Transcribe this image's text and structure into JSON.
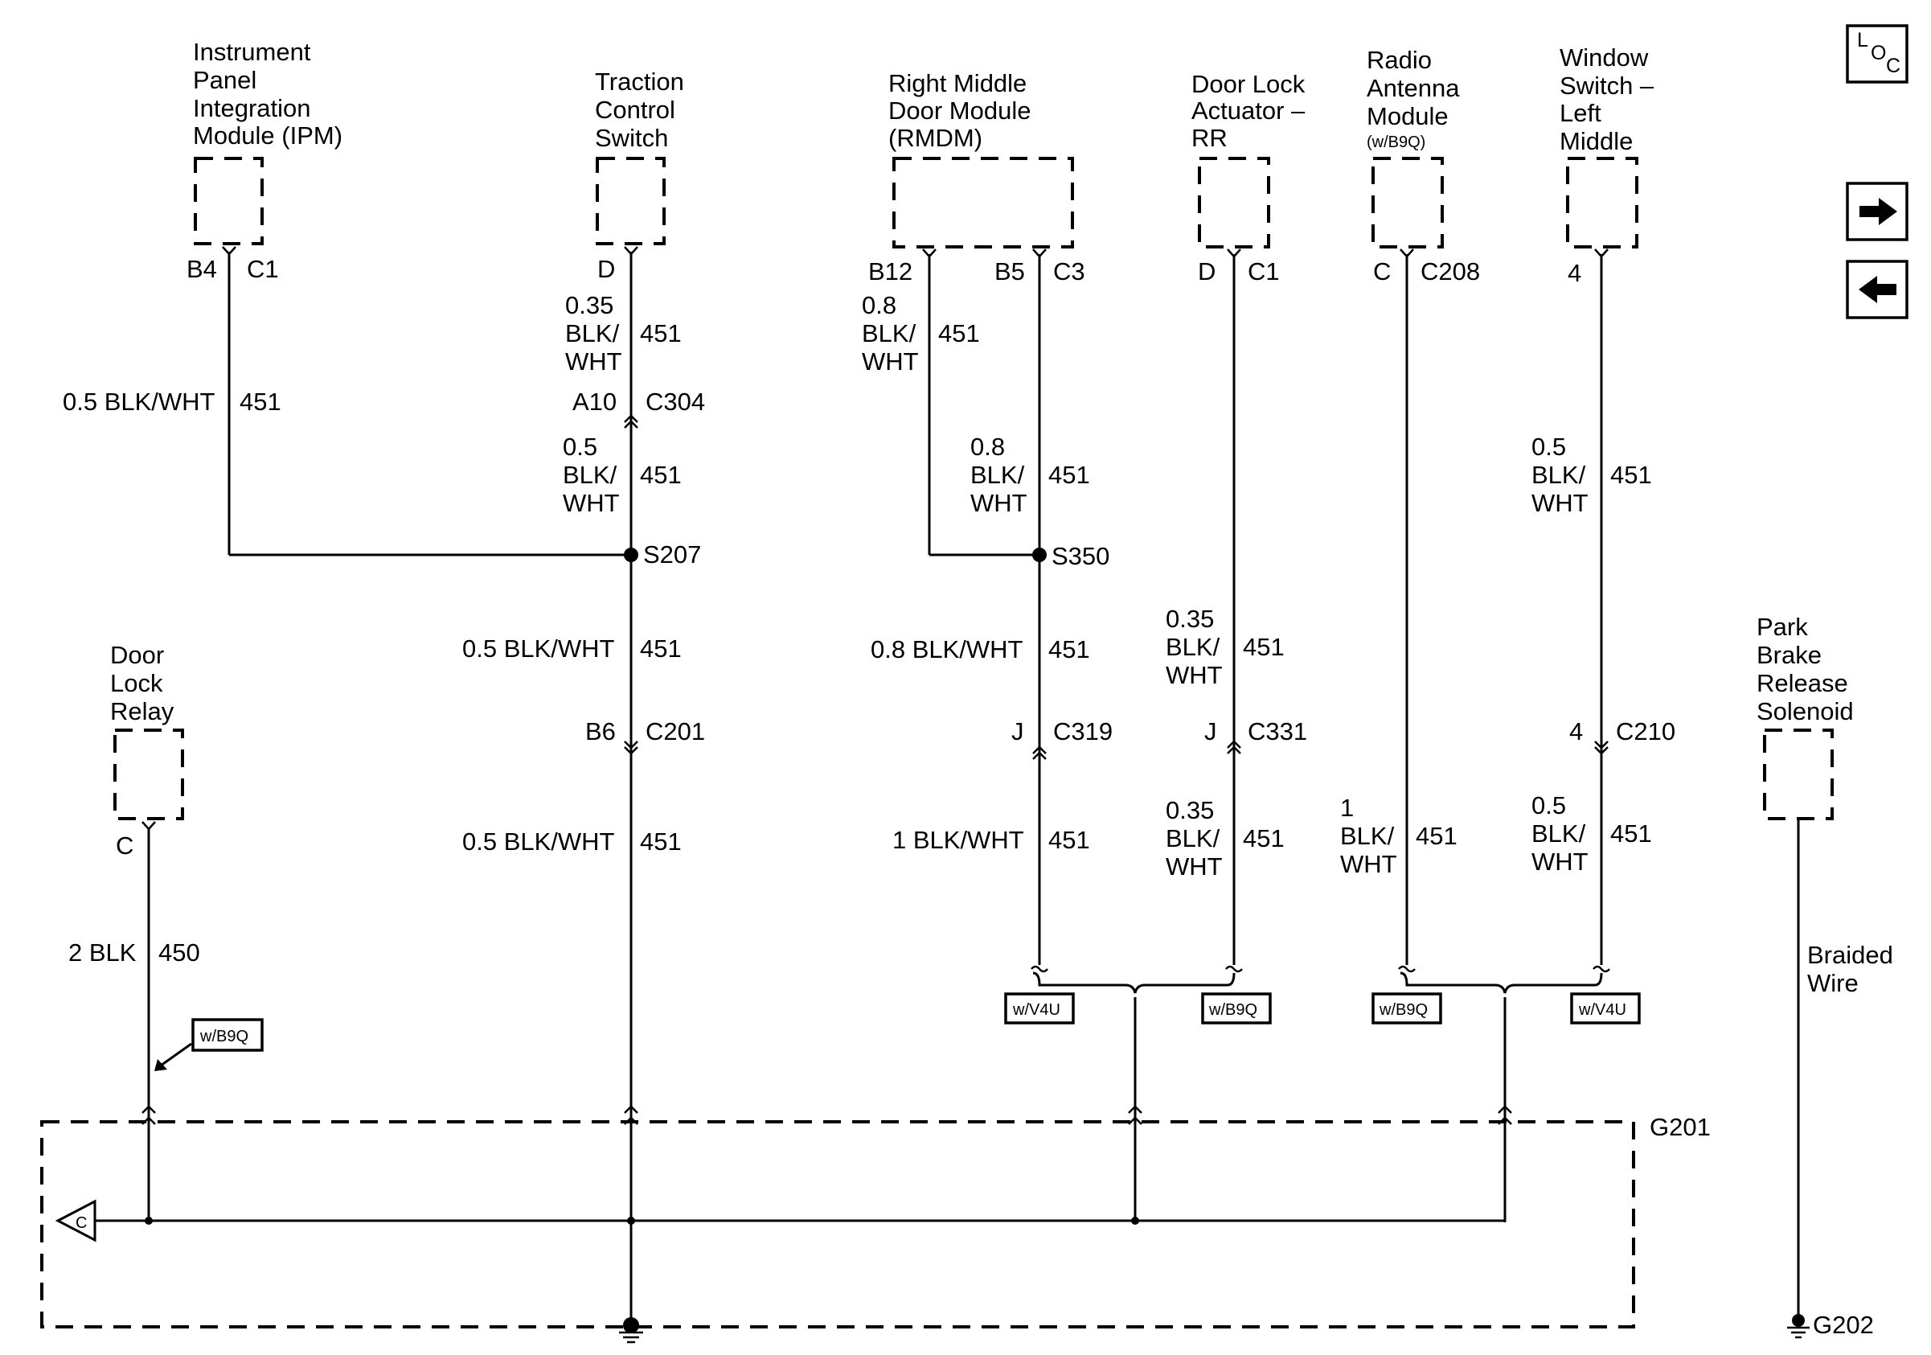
{
  "components": {
    "ipm": [
      "Instrument",
      "Panel",
      "Integration",
      "Module (IPM)"
    ],
    "traction": [
      "Traction",
      "Control",
      "Switch"
    ],
    "rmdm": [
      "Right Middle",
      "Door Module",
      "(RMDM)"
    ],
    "door_lock_actuator": [
      "Door Lock",
      "Actuator –",
      "RR"
    ],
    "radio_antenna": [
      "Radio",
      "Antenna",
      "Module"
    ],
    "radio_antenna_option": "(w/B9Q)",
    "window_switch": [
      "Window",
      "Switch –",
      "Left",
      "Middle"
    ],
    "door_lock_relay": [
      "Door",
      "Lock",
      "Relay"
    ],
    "park_brake": [
      "Park",
      "Brake",
      "Release",
      "Solenoid"
    ]
  },
  "connectors": {
    "ipm_pin": "B4",
    "ipm_conn": "C1",
    "traction_pin": "D",
    "rmdm_pin_b12": "B12",
    "rmdm_pin_b5": "B5",
    "rmdm_conn": "C3",
    "dla_pin": "D",
    "dla_conn": "C1",
    "radio_pin": "C",
    "radio_conn": "C208",
    "window_pin": "4",
    "relay_pin": "C",
    "c304_pin": "A10",
    "c304": "C304",
    "c201_pin": "B6",
    "c201": "C201",
    "c319_pin": "J",
    "c319": "C319",
    "c331_pin": "J",
    "c331": "C331",
    "c210_pin": "4",
    "c210": "C210"
  },
  "splices": {
    "s207": "S207",
    "s350": "S350"
  },
  "wires": {
    "ipm_wire": "0.5 BLK/WHT",
    "ipm_circuit": "451",
    "traction_upper": [
      "0.35",
      "BLK/",
      "WHT"
    ],
    "traction_upper_circuit": "451",
    "traction_lower": [
      "0.5",
      "BLK/",
      "WHT"
    ],
    "traction_lower_circuit": "451",
    "s207_down": "0.5 BLK/WHT",
    "s207_down_circuit": "451",
    "c201_down": "0.5 BLK/WHT",
    "c201_down_circuit": "451",
    "rmdm_b12": [
      "0.8",
      "BLK/",
      "WHT"
    ],
    "rmdm_b12_circuit": "451",
    "rmdm_b5": [
      "0.8",
      "BLK/",
      "WHT"
    ],
    "rmdm_b5_circuit": "451",
    "s350_down": "0.8 BLK/WHT",
    "s350_down_circuit": "451",
    "c319_down": "1 BLK/WHT",
    "c319_down_circuit": "451",
    "dla_upper": [
      "0.35",
      "BLK/",
      "WHT"
    ],
    "dla_upper_circuit": "451",
    "dla_lower": [
      "0.35",
      "BLK/",
      "WHT"
    ],
    "dla_lower_circuit": "451",
    "radio_wire": [
      "1",
      "BLK/",
      "WHT"
    ],
    "radio_circuit": "451",
    "window_upper": [
      "0.5",
      "BLK/",
      "WHT"
    ],
    "window_upper_circuit": "451",
    "window_lower": [
      "0.5",
      "BLK/",
      "WHT"
    ],
    "window_lower_circuit": "451",
    "relay_wire": "2 BLK",
    "relay_circuit": "450",
    "braided": [
      "Braided",
      "Wire"
    ]
  },
  "options": {
    "v4u_left": "w/V4U",
    "b9q_left": "w/B9Q",
    "b9q_right": "w/B9Q",
    "v4u_right": "w/V4U",
    "relay_b9q": "w/B9Q"
  },
  "grounds": {
    "g201": "G201",
    "g202": "G202"
  },
  "bus_connector_letter": "C",
  "loc_icon": {
    "letters": [
      "L",
      "O",
      "C"
    ]
  },
  "nav": {
    "next_icon": "arrow-right-icon",
    "prev_icon": "arrow-left-icon"
  }
}
